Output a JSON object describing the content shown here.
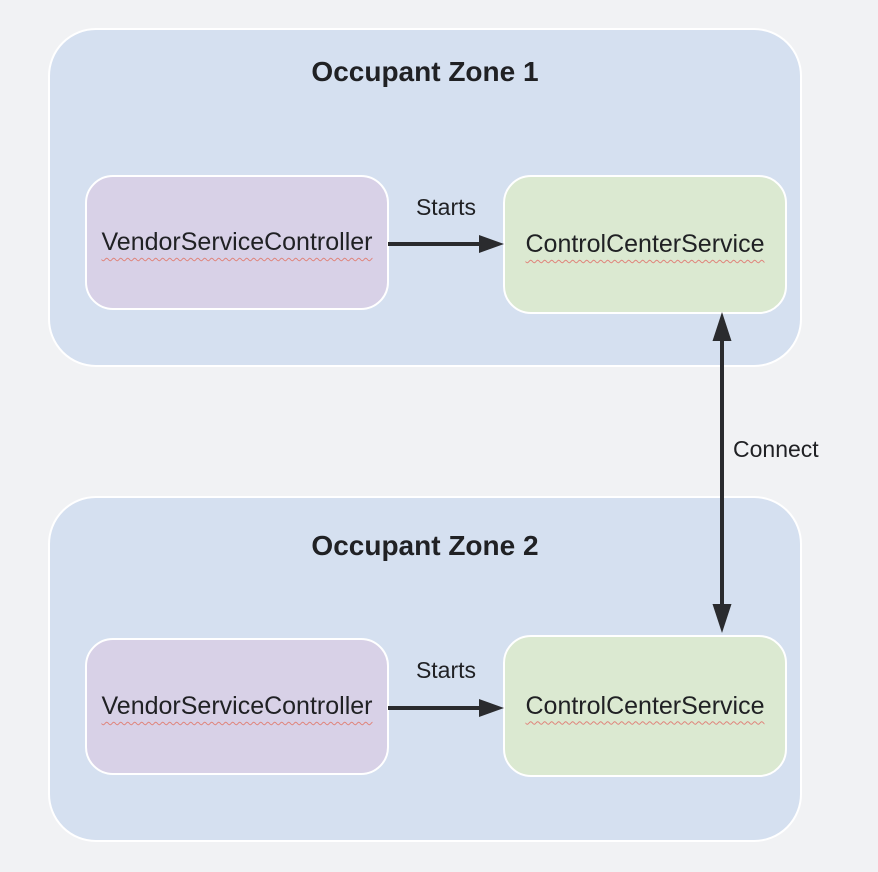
{
  "diagram": {
    "zones": [
      {
        "title": "Occupant Zone 1",
        "nodes": {
          "vendor": "VendorServiceController",
          "service": "ControlCenterService"
        },
        "edge_label": "Starts"
      },
      {
        "title": "Occupant Zone 2",
        "nodes": {
          "vendor": "VendorServiceController",
          "service": "ControlCenterService"
        },
        "edge_label": "Starts"
      }
    ],
    "connection_label": "Connect"
  },
  "colors": {
    "page_bg": "#f1f2f4",
    "zone_fill": "#d5e0f0",
    "zone_border": "#ffffff",
    "vendor_fill": "#d8d1e7",
    "service_fill": "#dbe9d1",
    "node_border": "#ffffff",
    "text": "#202124",
    "arrow": "#2a2b2e",
    "squiggle": "#e0837a"
  }
}
